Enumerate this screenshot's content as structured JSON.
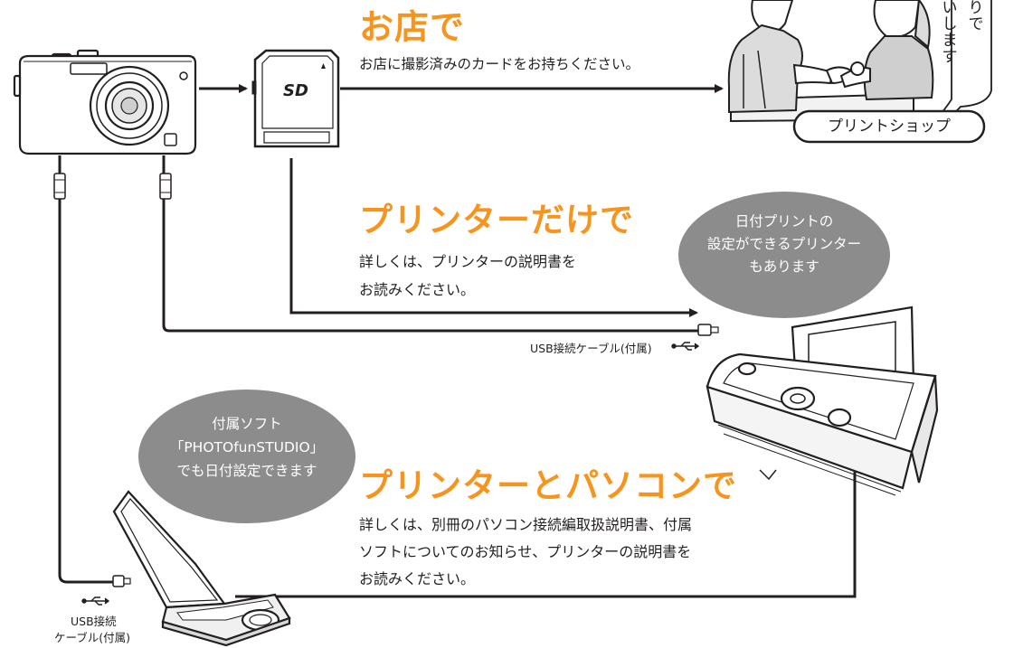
{
  "store": {
    "heading": "お店で",
    "description": "お店に撮影済みのカードをお持ちください。",
    "shop_label": "プリントショップ",
    "speech_lines": [
      "りで",
      "いします"
    ]
  },
  "printer_only": {
    "heading": "プリンターだけで",
    "description_lines": [
      "詳しくは、プリンターの説明書を",
      "お読みください。"
    ],
    "bubble_lines": [
      "日付プリントの",
      "設定ができるプリンター",
      "もあります"
    ],
    "usb_cable_label": "USB接続ケーブル(付属)"
  },
  "printer_pc": {
    "heading": "プリンターとパソコンで",
    "description_lines": [
      "詳しくは、別冊のパソコン接続編取扱説明書、付属",
      "ソフトについてのお知らせ、プリンターの説明書を",
      "お読みください。"
    ],
    "bubble_lines": [
      "付属ソフト",
      "「PHOTOfunSTUDIO」",
      "でも日付設定できます"
    ],
    "usb_cable_label_lines": [
      "USB接続",
      "ケーブル(付属)"
    ]
  },
  "sd_card_logo": "SD",
  "icons": [
    "camera-icon",
    "sd-card-icon",
    "printer-icon",
    "laptop-icon",
    "usb-symbol-icon",
    "shop-scene-icon"
  ],
  "colors": {
    "heading_orange": "#f7941d",
    "bubble_gray": "#8c8c8c",
    "line_dark": "#231f20"
  }
}
